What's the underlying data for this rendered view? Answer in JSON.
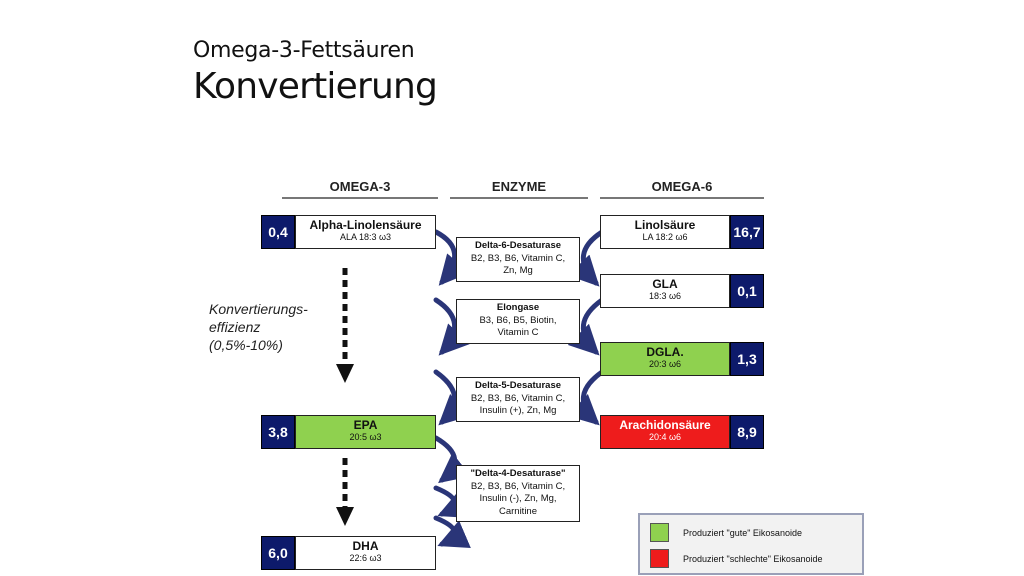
{
  "header": {
    "subtitle": "Omega-3-Fettsäuren",
    "title": "Konvertierung"
  },
  "columns": {
    "omega3": "OMEGA-3",
    "enzyme": "ENZYME",
    "omega6": "OMEGA-6"
  },
  "omega3": [
    {
      "value": "0,4",
      "name": "Alpha-Linolensäure",
      "formula": "ALA 18:3 ω3"
    },
    {
      "value": "3,8",
      "name": "EPA",
      "formula": "20:5 ω3"
    },
    {
      "value": "6,0",
      "name": "DHA",
      "formula": "22:6 ω3"
    }
  ],
  "omega6": [
    {
      "value": "16,7",
      "name": "Linolsäure",
      "formula": "LA 18:2 ω6"
    },
    {
      "value": "0,1",
      "name": "GLA",
      "formula": "18:3 ω6"
    },
    {
      "value": "1,3",
      "name": "DGLA.",
      "formula": "20:3 ω6"
    },
    {
      "value": "8,9",
      "name": "Arachidonsäure",
      "formula": "20:4 ω6"
    }
  ],
  "enzymes": [
    {
      "name": "Delta-6-Desaturase",
      "l1": "B2, B3, B6, Vitamin C,",
      "l2": "Zn, Mg",
      "l3": ""
    },
    {
      "name": "Elongase",
      "l1": "B3, B6, B5, Biotin,",
      "l2": "Vitamin C",
      "l3": ""
    },
    {
      "name": "Delta-5-Desaturase",
      "l1": "B2, B3, B6, Vitamin C,",
      "l2": "Insulin (+), Zn, Mg",
      "l3": ""
    },
    {
      "name": "\"Delta-4-Desaturase\"",
      "l1": "B2, B3, B6, Vitamin C,",
      "l2": "Insulin (-), Zn, Mg,",
      "l3": "Carnitine"
    }
  ],
  "efficiency": {
    "l1": "Konvertierungs-",
    "l2": "effizienz",
    "l3": "(0,5%-10%)"
  },
  "legend": {
    "good": "Produziert \"gute\" Eikosanoide",
    "bad": "Produziert \"schlechte\" Eikosanoide"
  },
  "colors": {
    "navy": "#0d1a6b",
    "good": "#8fd14f",
    "bad": "#ee1c1c",
    "arrow": "#2a3578"
  }
}
